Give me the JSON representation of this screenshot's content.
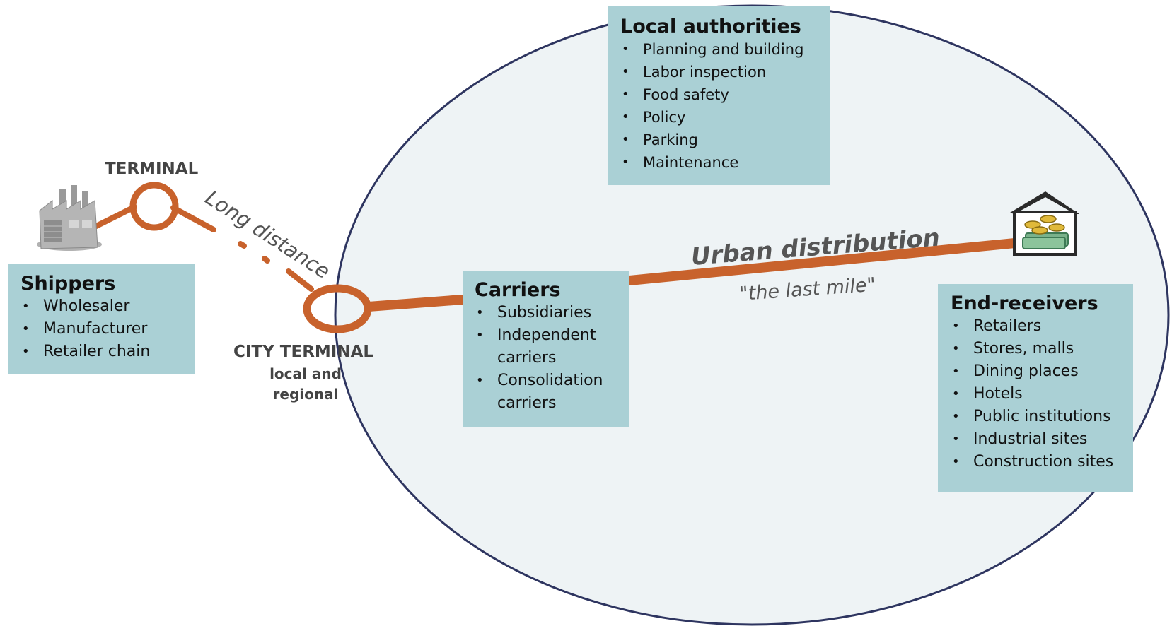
{
  "labels": {
    "terminal": "TERMINAL",
    "city_terminal": "CITY TERMINAL",
    "city_terminal_sub1": "local and",
    "city_terminal_sub2": "regional",
    "long_distance": "Long distance",
    "urban_distribution": "Urban distribution",
    "last_mile": "\"the last mile\""
  },
  "boxes": {
    "local_authorities": {
      "title": "Local authorities",
      "items": [
        "Planning and building",
        "Labor inspection",
        "Food safety",
        "Policy",
        "Parking",
        "Maintenance"
      ]
    },
    "shippers": {
      "title": "Shippers",
      "items": [
        "Wholesaler",
        "Manufacturer",
        "Retailer chain"
      ]
    },
    "carriers": {
      "title": "Carriers",
      "items": [
        "Subsidiaries",
        "Independent",
        "carriers",
        "Consolidation",
        "carriers"
      ]
    },
    "end_receivers": {
      "title": "End-receivers",
      "items": [
        "Retailers",
        "Stores, malls",
        "Dining places",
        "Hotels",
        "Public institutions",
        "Industrial sites",
        "Construction sites"
      ]
    }
  },
  "icons": {
    "shipper": "factory-icon",
    "receiver": "store-goods-icon"
  },
  "colors": {
    "route": "#c8622c",
    "box_fill": "#aad0d5",
    "city_fill": "#eef3f5",
    "city_stroke": "#2e3560",
    "label_gray": "#444444"
  }
}
